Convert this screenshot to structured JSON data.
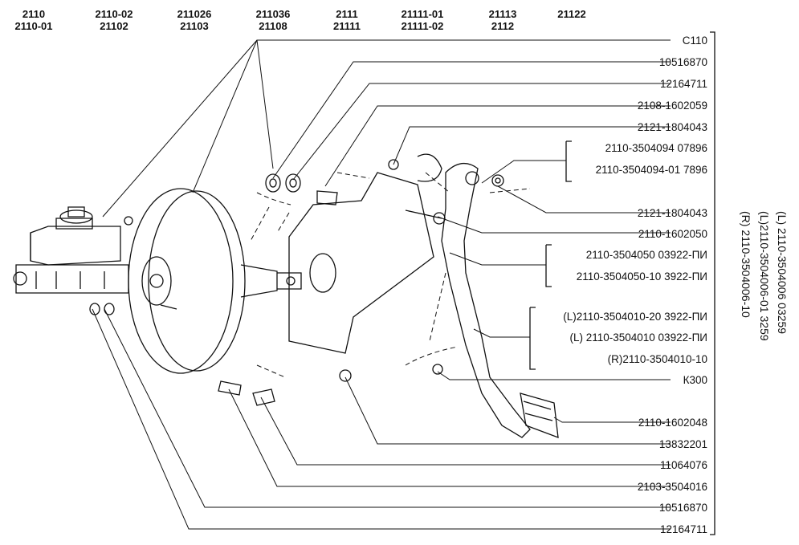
{
  "models": [
    [
      "2110",
      "2110-01"
    ],
    [
      "2110-02",
      "21102"
    ],
    [
      "211026",
      "21103"
    ],
    [
      "211036",
      "21108"
    ],
    [
      "2111",
      "21111"
    ],
    [
      "21111-01",
      "21111-02"
    ],
    [
      "21113",
      "2112"
    ],
    [
      "21122",
      ""
    ]
  ],
  "callouts": [
    "C110",
    "10516870",
    "12164711",
    "2108-1602059",
    "2121-1804043",
    "2110-3504094   07896",
    "2110-3504094-01 7896",
    "2121-1804043",
    "2110-1602050",
    "2110-3504050   03922-ПИ",
    "2110-3504050-10 3922-ПИ",
    "(L)2110-3504010-20 3922-ПИ",
    "(L)  2110-3504010 03922-ПИ",
    "(R)2110-3504010-10",
    "К300",
    "2110-1602048",
    "13832201",
    "11064076",
    "2103-3504016",
    "10516870",
    "12164711"
  ],
  "assembly_labels": [
    "(L)   2110-3504006 03259",
    "(L)2110-3504006-01 3259",
    "(R)   2110-3504006-10"
  ]
}
